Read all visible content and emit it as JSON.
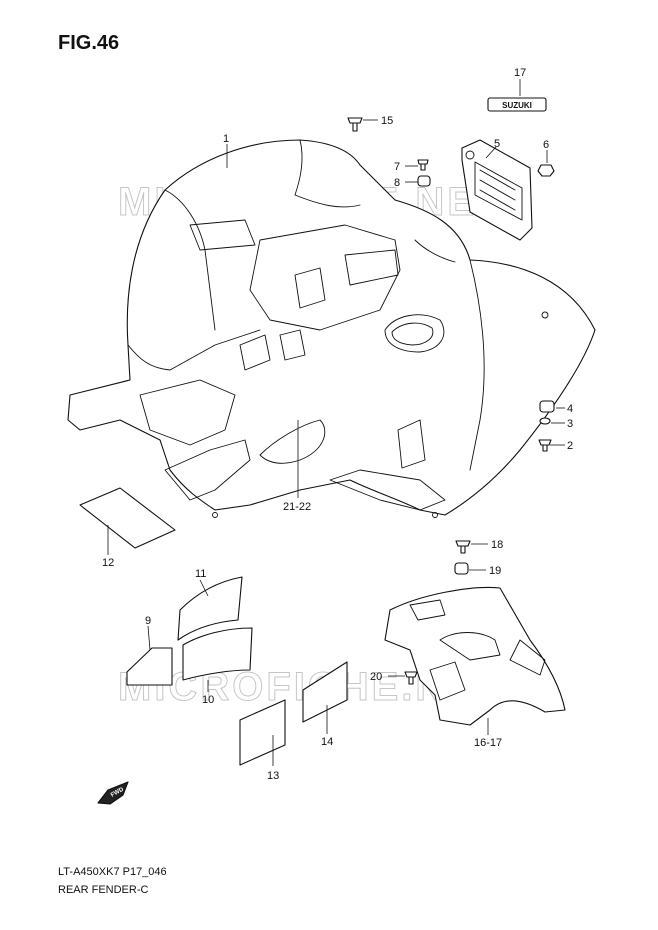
{
  "figure": {
    "title": "FIG.46",
    "code": "LT-A450XK7 P17_046",
    "name": "REAR FENDER-C"
  },
  "watermark": "MICROFICHE.NET",
  "badges": {
    "suzuki": "SUZUKI",
    "fwd": "FWD"
  },
  "callouts": [
    {
      "label": "1"
    },
    {
      "label": "2"
    },
    {
      "label": "3"
    },
    {
      "label": "4"
    },
    {
      "label": "5"
    },
    {
      "label": "6"
    },
    {
      "label": "7"
    },
    {
      "label": "8"
    },
    {
      "label": "9"
    },
    {
      "label": "10"
    },
    {
      "label": "11"
    },
    {
      "label": "12"
    },
    {
      "label": "13"
    },
    {
      "label": "14"
    },
    {
      "label": "15"
    },
    {
      "label": "16-17"
    },
    {
      "label": "17"
    },
    {
      "label": "18"
    },
    {
      "label": "19"
    },
    {
      "label": "20"
    },
    {
      "label": "21-22"
    }
  ]
}
